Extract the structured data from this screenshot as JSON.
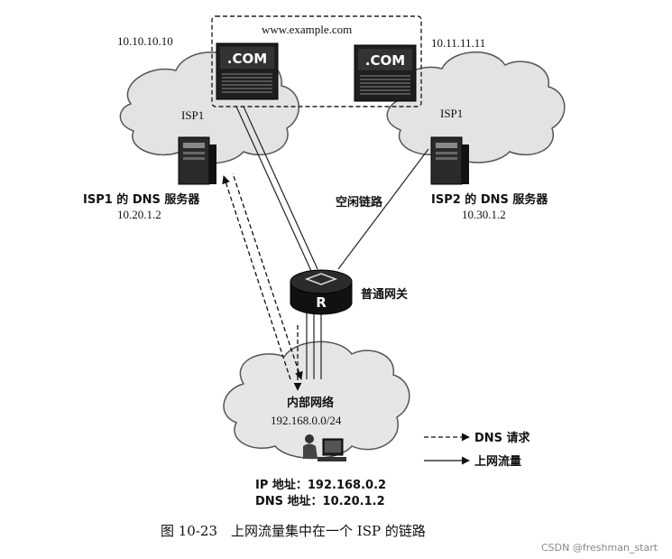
{
  "diagram": {
    "site_domain": "www.example.com",
    "server_left_ip": "10.10.10.10",
    "server_right_ip": "10.11.11.11",
    "server_label": ".COM",
    "isp_left_label": "ISP1",
    "isp_right_label": "ISP1",
    "dns_left_name": "ISP1 的 DNS 服务器",
    "dns_left_ip": "10.20.1.2",
    "dns_right_name": "ISP2 的 DNS 服务器",
    "dns_right_ip": "10.30.1.2",
    "idle_link_label": "空闲链路",
    "gateway_label": "普通网关",
    "router_letter": "R",
    "lan_name": "内部网络",
    "lan_subnet": "192.168.0.0/24",
    "host_ip": "IP 地址：192.168.0.2",
    "host_dns": "DNS 地址：10.20.1.2",
    "legend_dns": "DNS 请求",
    "legend_traffic": "上网流量",
    "caption": "图 10-23　上网流量集中在一个 ISP 的链路",
    "watermark": "CSDN @freshman_start"
  }
}
